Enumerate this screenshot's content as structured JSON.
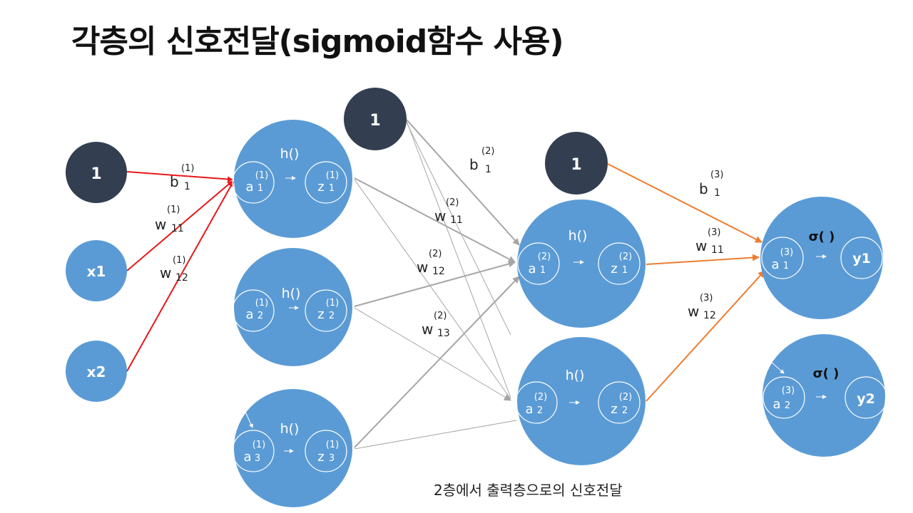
{
  "title": "각층의 신호전달(sigmoid함수 사용)",
  "caption": "2층에서 출력층으로의 신호전달",
  "colors": {
    "node_blue": "#5b9bd5",
    "bias_dark": "#333f50",
    "edge_red": "#e8171b",
    "edge_gray": "#a6a6a6",
    "edge_orange": "#ed7d31"
  },
  "inputs": {
    "bias": "1",
    "x1": "x1",
    "x2": "x2"
  },
  "layer1": {
    "bias": "1",
    "nodes": [
      {
        "func": "h()",
        "a_sup": "(1)",
        "a": "a",
        "a_sub": "1",
        "z_sup": "(1)",
        "z": "z",
        "z_sub": "1"
      },
      {
        "func": "h()",
        "a_sup": "(1)",
        "a": "a",
        "a_sub": "2",
        "z_sup": "(1)",
        "z": "z",
        "z_sub": "2"
      },
      {
        "func": "h()",
        "a_sup": "(1)",
        "a": "a",
        "a_sub": "3",
        "z_sup": "(1)",
        "z": "z",
        "z_sub": "3"
      }
    ]
  },
  "layer2": {
    "bias": "1",
    "nodes": [
      {
        "func": "h()",
        "a_sup": "(2)",
        "a": "a",
        "a_sub": "1",
        "z_sup": "(2)",
        "z": "z",
        "z_sub": "1"
      },
      {
        "func": "h()",
        "a_sup": "(2)",
        "a": "a",
        "a_sub": "2",
        "z_sup": "(2)",
        "z": "z",
        "z_sub": "2"
      }
    ]
  },
  "output": {
    "nodes": [
      {
        "func": "σ( )",
        "a_sup": "(3)",
        "a": "a",
        "a_sub": "1",
        "y": "y1"
      },
      {
        "func": "σ( )",
        "a_sup": "(3)",
        "a": "a",
        "a_sub": "2",
        "y": "y2"
      }
    ]
  },
  "weights": [
    {
      "id": "b1-1",
      "sym": "b",
      "sup": "(1)",
      "sub": "1"
    },
    {
      "id": "w11-1",
      "sym": "w",
      "sup": "(1)",
      "sub": "11"
    },
    {
      "id": "w12-1",
      "sym": "w",
      "sup": "(1)",
      "sub": "12"
    },
    {
      "id": "b1-2",
      "sym": "b",
      "sup": "(2)",
      "sub": "1"
    },
    {
      "id": "w11-2",
      "sym": "w",
      "sup": "(2)",
      "sub": "11"
    },
    {
      "id": "w12-2",
      "sym": "w",
      "sup": "(2)",
      "sub": "12"
    },
    {
      "id": "w13-2",
      "sym": "w",
      "sup": "(2)",
      "sub": "13"
    },
    {
      "id": "b1-3",
      "sym": "b",
      "sup": "(3)",
      "sub": "1"
    },
    {
      "id": "w11-3",
      "sym": "w",
      "sup": "(3)",
      "sub": "11"
    },
    {
      "id": "w12-3",
      "sym": "w",
      "sup": "(3)",
      "sub": "12"
    }
  ]
}
